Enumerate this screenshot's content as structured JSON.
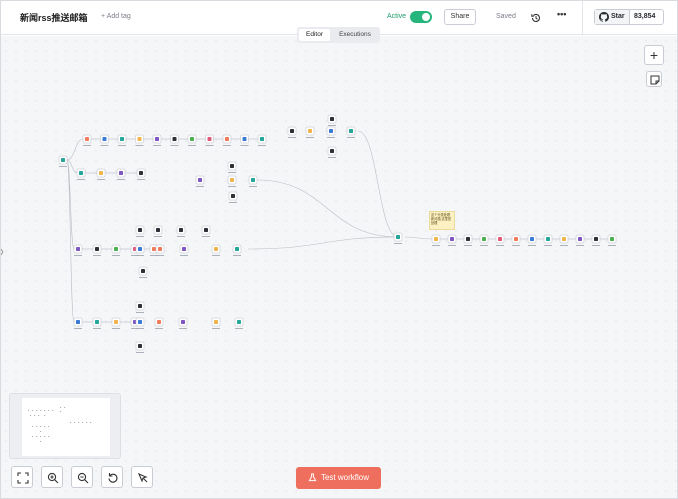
{
  "header": {
    "workflow_title": "新闻rss推送邮箱",
    "add_tag": "+ Add tag",
    "active_label": "Active",
    "share_label": "Share",
    "saved_label": "Saved",
    "more_label": "•••",
    "github_star_label": "Star",
    "github_star_count": "83,854"
  },
  "tabs": [
    {
      "label": "Editor",
      "selected": true
    },
    {
      "label": "Executions",
      "selected": false
    }
  ],
  "canvas": {
    "sticky_note_text": "这个分类处理新问题,这里是处理"
  },
  "controls": {
    "test_workflow_label": "Test workflow"
  },
  "icons": {
    "history": "history-icon",
    "github": "github-icon",
    "add_node": "plus-icon",
    "sticky": "sticky-note-icon",
    "fit_view": "fit-view-icon",
    "zoom_in": "zoom-in-icon",
    "zoom_out": "zoom-out-icon",
    "reset": "undo-icon",
    "tidy": "cursor-icon",
    "flask": "flask-icon"
  },
  "colors": {
    "accent": "#ef6f5e",
    "active": "#26b57c"
  }
}
